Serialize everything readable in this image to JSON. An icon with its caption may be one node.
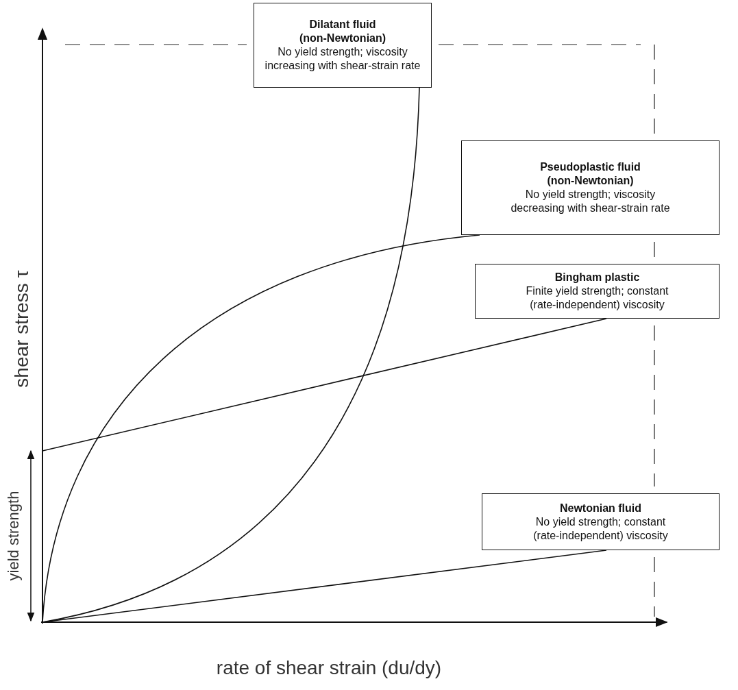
{
  "diagram": {
    "nodes": [
      {
        "text": [
          "Dilatant fluid (non-Newtonian)",
          "No yield strength; viscosity increasing with shear-strain rate"
        ]
      },
      {
        "text": [
          "Pseudoplastic fluid (non-Newtonian)",
          "No yield strength; viscosity decreasing with shear-strain rate"
        ]
      },
      {
        "text": [
          "Bingham plastic",
          "Finite yield strength; constant (rate-independent) viscosity"
        ]
      },
      {
        "text": [
          "Newtonian fluid",
          "No yield strength; constant (rate-independent) viscosity"
        ]
      },
      {
        "text": [],
        "shape": "bar"
      }
    ],
    "edges": [
      {
        "from": 4,
        "to": 0,
        "arrow": "none"
      },
      {
        "from": 4,
        "to": 1,
        "arrow": "none"
      },
      {
        "from": 4,
        "to": 2,
        "arrow": "none"
      },
      {
        "from": 4,
        "to": 3,
        "arrow": "none"
      }
    ],
    "labels": [
      "shear stress τ",
      "yield strength",
      "rate of shear strain (du/dy)"
    ]
  }
}
